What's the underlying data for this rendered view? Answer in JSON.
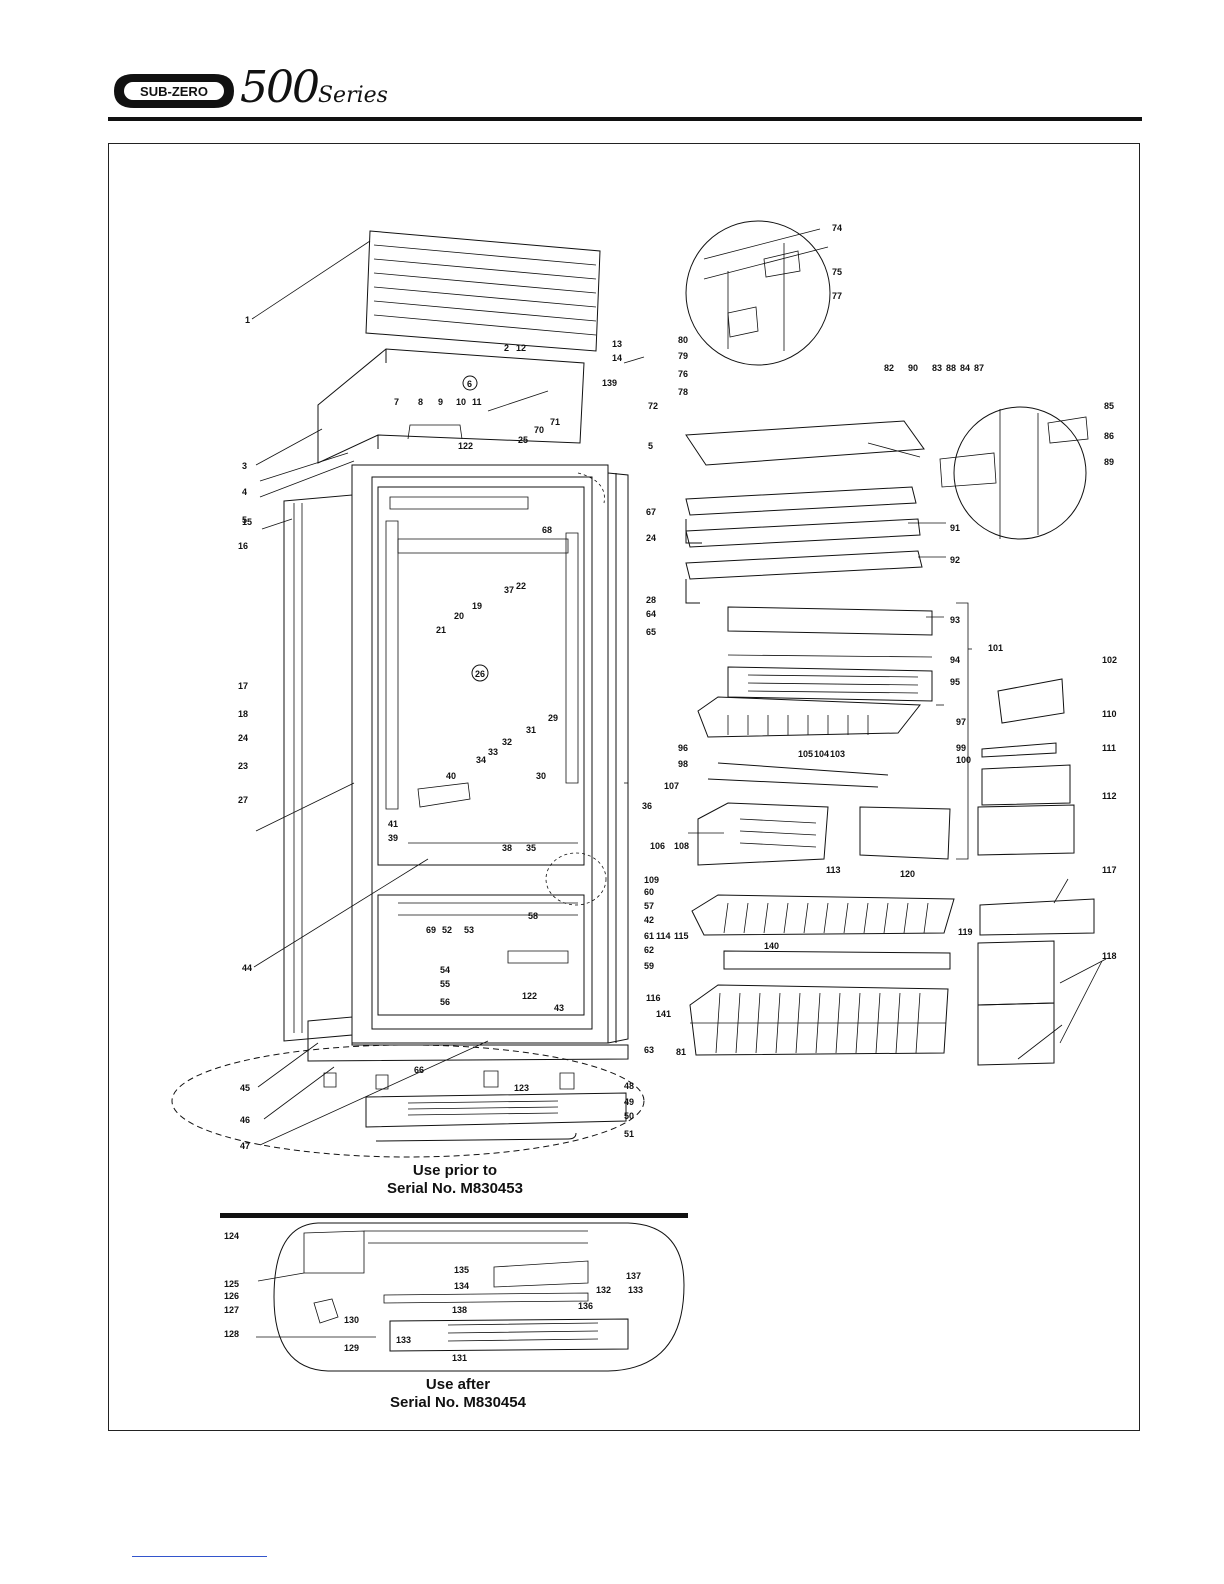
{
  "header": {
    "brand_badge": "SUB-ZERO",
    "series_number": "500",
    "series_word": "Series"
  },
  "captions": {
    "prior": "Use prior to",
    "prior_serial": "Serial No. M830453",
    "after": "Use after",
    "after_serial": "Serial No. M830454"
  },
  "colors": {
    "ink": "#111111",
    "paper": "#ffffff",
    "link": "#3355cc"
  },
  "callouts": {
    "c1": "1",
    "c2": "2",
    "c3": "3",
    "c4": "4",
    "c5": "5",
    "c5b": "5",
    "c6": "6",
    "c7": "7",
    "c8": "8",
    "c9": "9",
    "c10": "10",
    "c11": "11",
    "c12": "12",
    "c13": "13",
    "c14": "14",
    "c15": "15",
    "c16": "16",
    "c17": "17",
    "c18": "18",
    "c19": "19",
    "c20": "20",
    "c21": "21",
    "c22": "22",
    "c23": "23",
    "c24": "24",
    "c24b": "24",
    "c25": "25",
    "c26": "26",
    "c27": "27",
    "c28": "28",
    "c29": "29",
    "c30": "30",
    "c31": "31",
    "c32": "32",
    "c33": "33",
    "c34": "34",
    "c35": "35",
    "c36": "36",
    "c37": "37",
    "c38": "38",
    "c39": "39",
    "c40": "40",
    "c41": "41",
    "c42": "42",
    "c43": "43",
    "c44": "44",
    "c45": "45",
    "c46": "46",
    "c47": "47",
    "c48": "48",
    "c49": "49",
    "c50": "50",
    "c51": "51",
    "c52": "52",
    "c53": "53",
    "c54": "54",
    "c55": "55",
    "c56": "56",
    "c57": "57",
    "c58": "58",
    "c59": "59",
    "c60": "60",
    "c61": "61",
    "c62": "62",
    "c63": "63",
    "c64": "64",
    "c65": "65",
    "c66": "66",
    "c67": "67",
    "c68": "68",
    "c69": "69",
    "c70": "70",
    "c71": "71",
    "c72": "72",
    "c74": "74",
    "c75": "75",
    "c76": "76",
    "c77": "77",
    "c78": "78",
    "c79": "79",
    "c80": "80",
    "c81": "81",
    "c82": "82",
    "c83": "83",
    "c84": "84",
    "c85": "85",
    "c86": "86",
    "c87": "87",
    "c88": "88",
    "c89": "89",
    "c90": "90",
    "c91": "91",
    "c92": "92",
    "c93": "93",
    "c94": "94",
    "c95": "95",
    "c96": "96",
    "c97": "97",
    "c98": "98",
    "c99": "99",
    "c100": "100",
    "c101": "101",
    "c102": "102",
    "c103": "103",
    "c104": "104",
    "c105": "105",
    "c106": "106",
    "c107": "107",
    "c108": "108",
    "c109": "109",
    "c110": "110",
    "c111": "111",
    "c112": "112",
    "c113": "113",
    "c114": "114",
    "c115": "115",
    "c116": "116",
    "c117": "117",
    "c118": "118",
    "c119": "119",
    "c120": "120",
    "c122": "122",
    "c122b": "122",
    "c123": "123",
    "c124": "124",
    "c125": "125",
    "c126": "126",
    "c127": "127",
    "c128": "128",
    "c129": "129",
    "c130": "130",
    "c131": "131",
    "c132": "132",
    "c133": "133",
    "c133b": "133",
    "c134": "134",
    "c135": "135",
    "c136": "136",
    "c137": "137",
    "c138": "138",
    "c139": "139",
    "c140": "140",
    "c141": "141"
  }
}
